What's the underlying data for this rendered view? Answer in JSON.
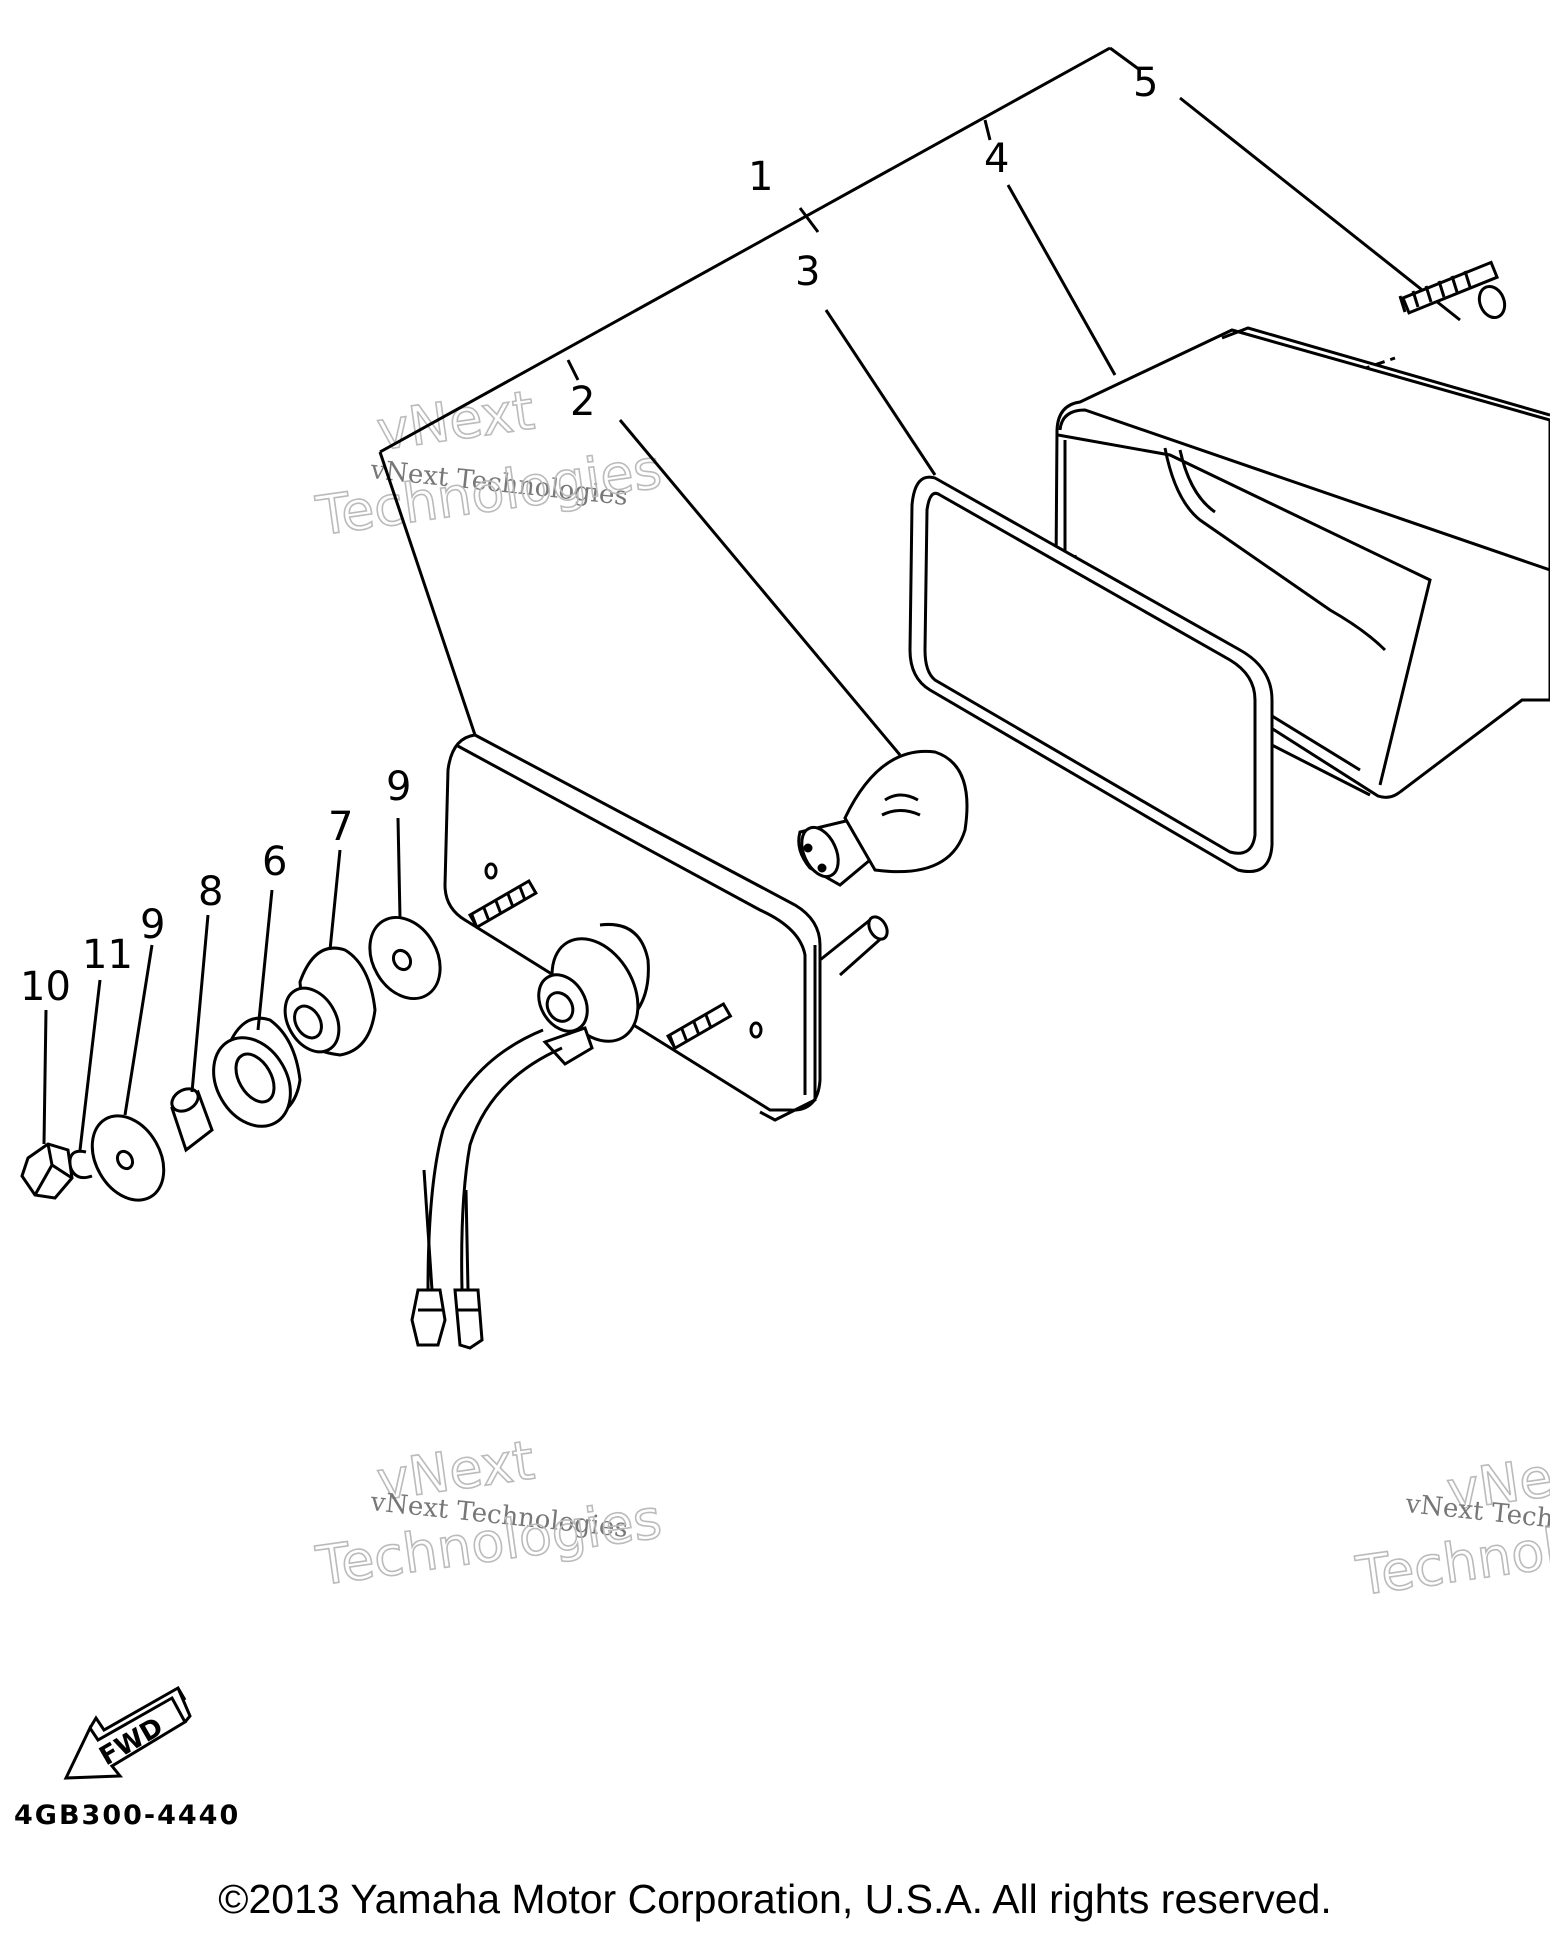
{
  "callouts": [
    {
      "id": "1",
      "label": "1"
    },
    {
      "id": "2",
      "label": "2"
    },
    {
      "id": "3",
      "label": "3"
    },
    {
      "id": "4",
      "label": "4"
    },
    {
      "id": "5",
      "label": "5"
    },
    {
      "id": "6",
      "label": "6"
    },
    {
      "id": "7",
      "label": "7"
    },
    {
      "id": "8",
      "label": "8"
    },
    {
      "id": "9a",
      "label": "9"
    },
    {
      "id": "9b",
      "label": "9"
    },
    {
      "id": "10",
      "label": "10"
    },
    {
      "id": "11",
      "label": "11"
    }
  ],
  "watermark": {
    "line_small": "vNext Technologies",
    "line_big_1": "vNext",
    "line_big_2": "Technologies"
  },
  "fwd_label": "FWD",
  "part_code": "4GB300-4440",
  "copyright": "©2013 Yamaha Motor Corporation, U.S.A. All rights reserved."
}
